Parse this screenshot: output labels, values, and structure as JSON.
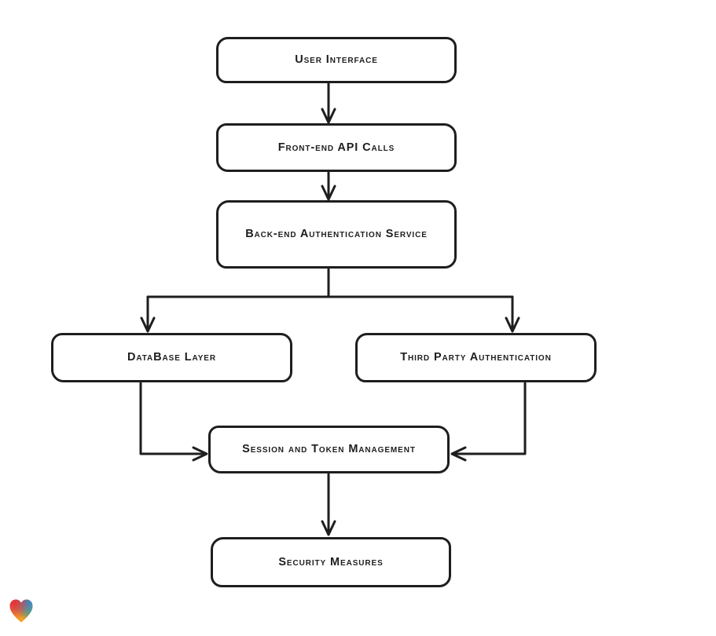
{
  "page": {
    "background": "#ffffff"
  },
  "diagram": {
    "type": "flowchart",
    "style": {
      "stroke_color": "#1e1e1e",
      "node_fill": "#ffffff",
      "text_color": "#1e1e1e",
      "arrowhead": "open-v"
    },
    "nodes": [
      {
        "id": "user-interface",
        "label": "User Interface"
      },
      {
        "id": "front-end-api-calls",
        "label": "Front-end API Calls"
      },
      {
        "id": "back-end-authentication-service",
        "label": "Back-end Authentication Service"
      },
      {
        "id": "database-layer",
        "label": "DataBase Layer"
      },
      {
        "id": "third-party-authentication",
        "label": "Third Party Authentication"
      },
      {
        "id": "session-and-token-management",
        "label": "Session and Token Management"
      },
      {
        "id": "security-measures",
        "label": "Security Measures"
      }
    ],
    "edges": [
      {
        "from": "user-interface",
        "to": "front-end-api-calls"
      },
      {
        "from": "front-end-api-calls",
        "to": "back-end-authentication-service"
      },
      {
        "from": "back-end-authentication-service",
        "to": "database-layer"
      },
      {
        "from": "back-end-authentication-service",
        "to": "third-party-authentication"
      },
      {
        "from": "database-layer",
        "to": "session-and-token-management"
      },
      {
        "from": "third-party-authentication",
        "to": "session-and-token-management"
      },
      {
        "from": "session-and-token-management",
        "to": "security-measures"
      }
    ]
  },
  "branding": {
    "logo": "heart-gradient-icon",
    "logo_colors": {
      "red": "#e63232",
      "blue": "#2492d2",
      "green": "#50a86e",
      "orange": "#f6a21e",
      "magenta": "#c84a8a"
    }
  }
}
